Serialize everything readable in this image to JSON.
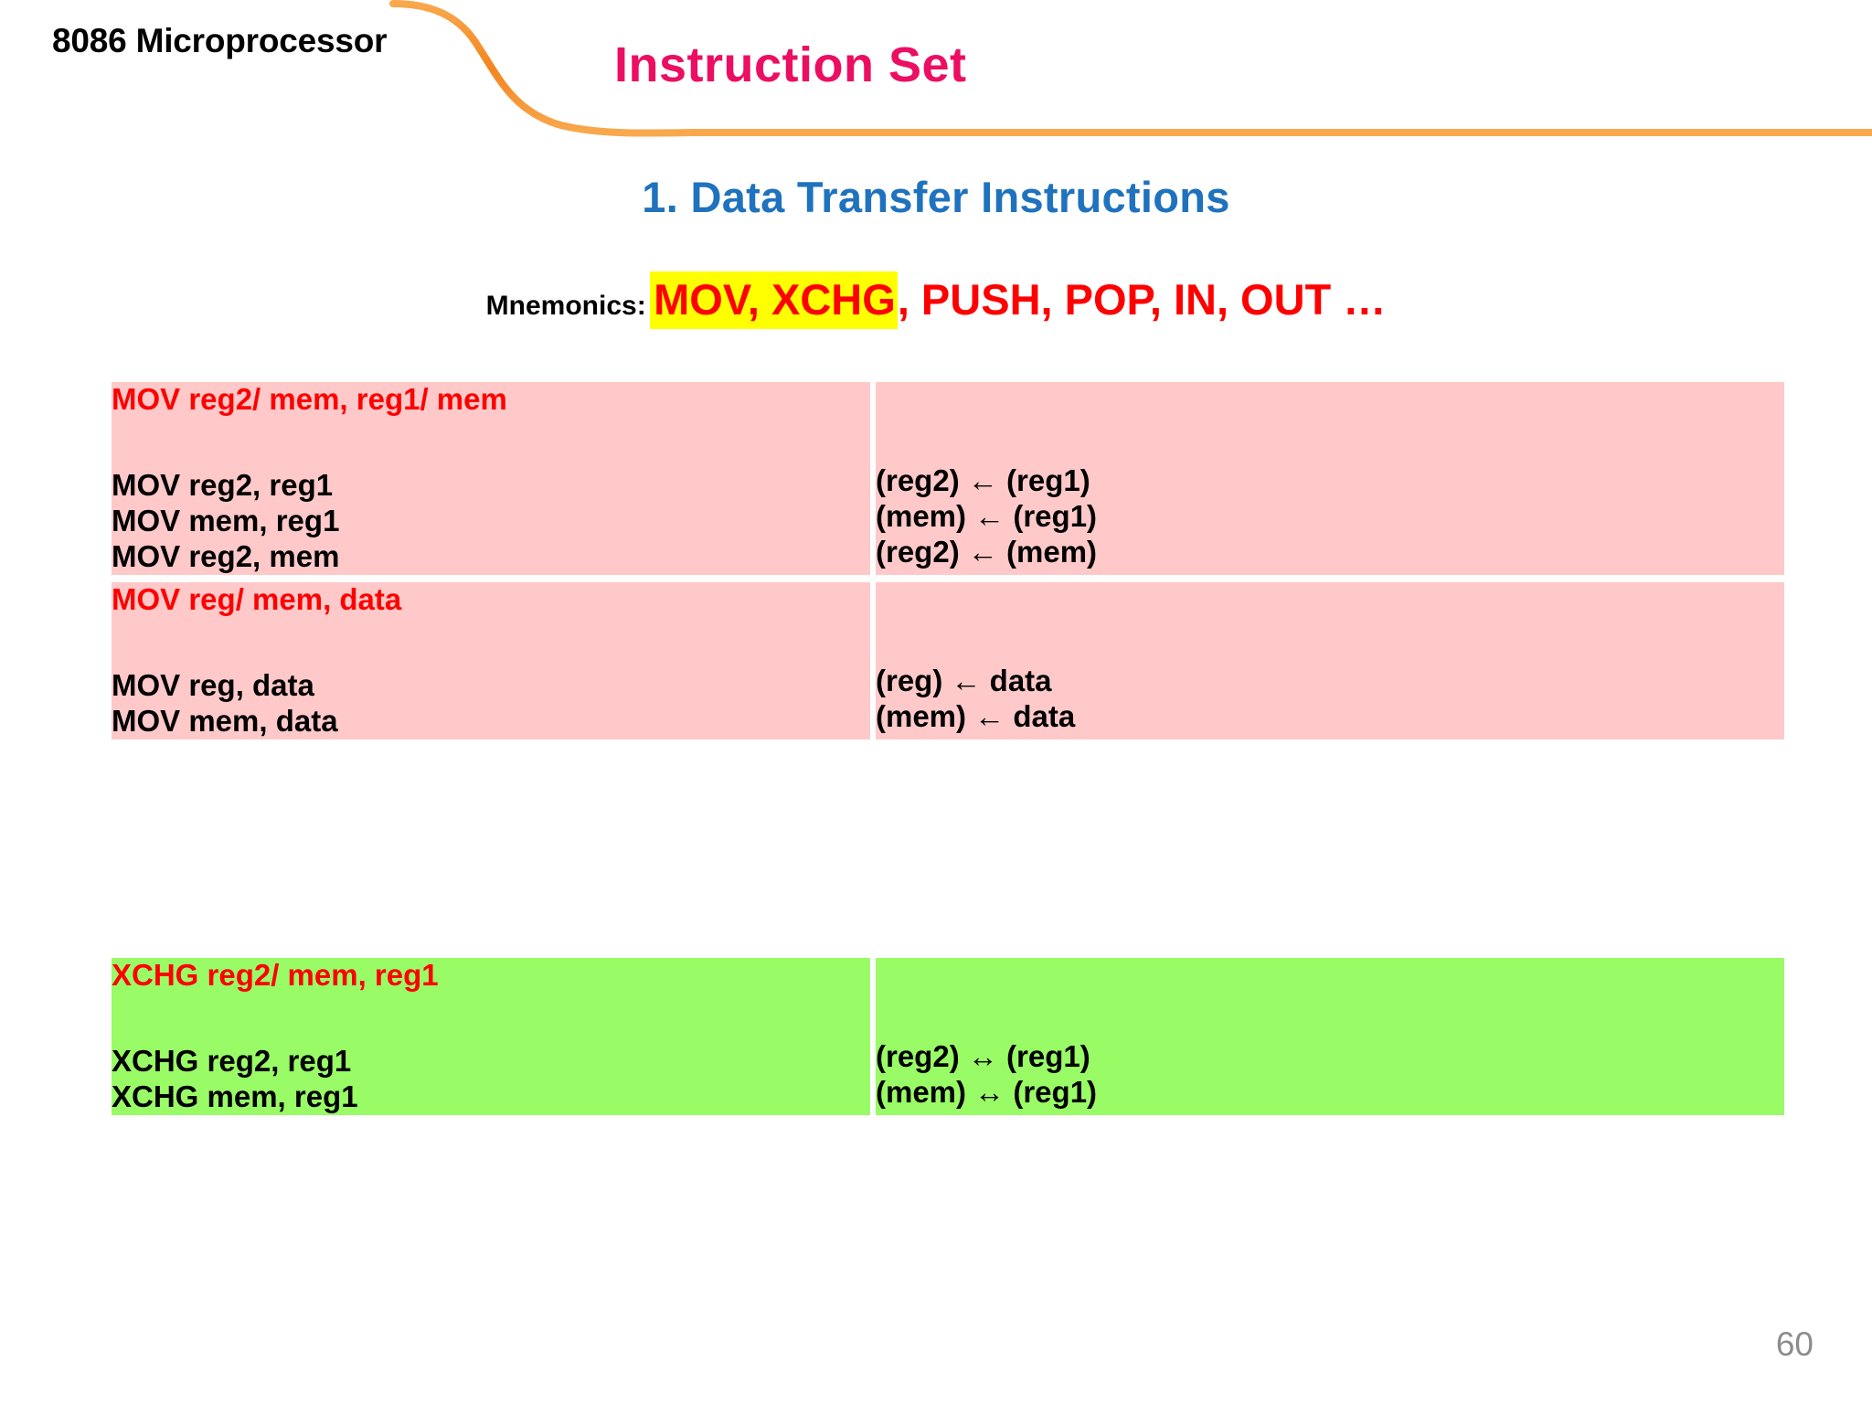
{
  "header": {
    "kicker": "8086 Microprocessor",
    "deck_title": "Instruction Set",
    "accent_color": "#F3851F"
  },
  "section": {
    "heading": "1. Data Transfer Instructions",
    "heading_color": "#1F72BE"
  },
  "mnemonics": {
    "label": "Mnemonics:",
    "highlighted": "MOV, XCHG",
    "rest": ", PUSH, POP, IN, OUT …",
    "text_color": "#FF0000",
    "highlight_color": "#FFFF00"
  },
  "tables": [
    {
      "name": "mov-table",
      "background": "#FFC9C9",
      "rows": [
        {
          "title": "MOV reg2/ mem, reg1/ mem",
          "instructions": [
            "MOV reg2, reg1",
            "MOV mem, reg1",
            "MOV reg2, mem"
          ],
          "operations": [
            "(reg2) ← (reg1)",
            "(mem) ← (reg1)",
            "(reg2) ← (mem)"
          ]
        },
        {
          "title": "MOV reg/ mem, data",
          "instructions": [
            "MOV reg, data",
            "MOV mem, data"
          ],
          "operations": [
            "(reg) ← data",
            "(mem) ← data"
          ]
        }
      ]
    },
    {
      "name": "xchg-table",
      "background": "#99FB66",
      "rows": [
        {
          "title": "XCHG reg2/ mem, reg1",
          "instructions": [
            "XCHG reg2, reg1",
            "XCHG mem, reg1"
          ],
          "operations": [
            "(reg2) ↔ (reg1)",
            "(mem) ↔ (reg1)"
          ]
        }
      ]
    }
  ],
  "footer": {
    "page_number": "60"
  }
}
